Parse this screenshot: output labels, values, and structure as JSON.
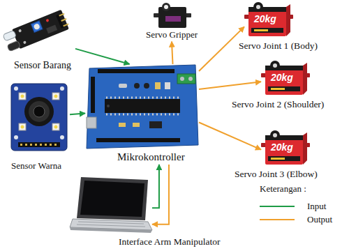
{
  "diagram": {
    "nodes": [
      {
        "text": [
          "Sensor Barang"
        ]
      },
      {
        "text": [
          "Sensor Warna"
        ]
      },
      {
        "text": [
          "Mikrokontroller"
        ]
      },
      {
        "text": [
          "Servo Gripper"
        ]
      },
      {
        "text": [
          "Servo Joint 1 (Body)"
        ]
      },
      {
        "text": [
          "Servo Joint 2 (Shoulder)"
        ]
      },
      {
        "text": [
          "Servo Joint 3 (Elbow)"
        ]
      },
      {
        "text": [
          "Interface  Arm Manipulator"
        ]
      }
    ],
    "edges": [
      {
        "from": 0,
        "to": 2,
        "arrow": "to"
      },
      {
        "from": 1,
        "to": 2,
        "arrow": "to"
      },
      {
        "from": 2,
        "to": 3,
        "arrow": "to"
      },
      {
        "from": 2,
        "to": 4,
        "arrow": "to"
      },
      {
        "from": 2,
        "to": 5,
        "arrow": "to"
      },
      {
        "from": 2,
        "to": 6,
        "arrow": "to"
      },
      {
        "from": 2,
        "to": 7,
        "arrow": "to"
      },
      {
        "from": 7,
        "to": 2,
        "arrow": "to"
      }
    ],
    "labels": [
      "20kg",
      "20kg",
      "20kg",
      "Keterangan :"
    ],
    "legend": [
      {
        "text": "Input"
      },
      {
        "text": "Output"
      }
    ]
  }
}
